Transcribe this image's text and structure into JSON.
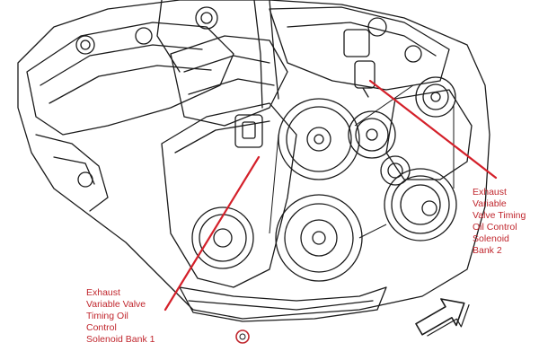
{
  "colors": {
    "line_art": "#1a1a1a",
    "callout_text": "#c0262d",
    "leader_line": "#d4202a",
    "background": "#ffffff"
  },
  "callouts": [
    {
      "id": "bank2",
      "lines": [
        "Exhaust",
        "Variable",
        "Valve Timing",
        "Oil Control",
        "Solenoid",
        "Bank 2"
      ]
    },
    {
      "id": "bank1",
      "lines": [
        "Exhaust",
        "Variable Valve",
        "Timing Oil",
        "Control",
        "Solenoid Bank 1"
      ]
    }
  ],
  "icons": [
    "direction-arrow-icon"
  ]
}
